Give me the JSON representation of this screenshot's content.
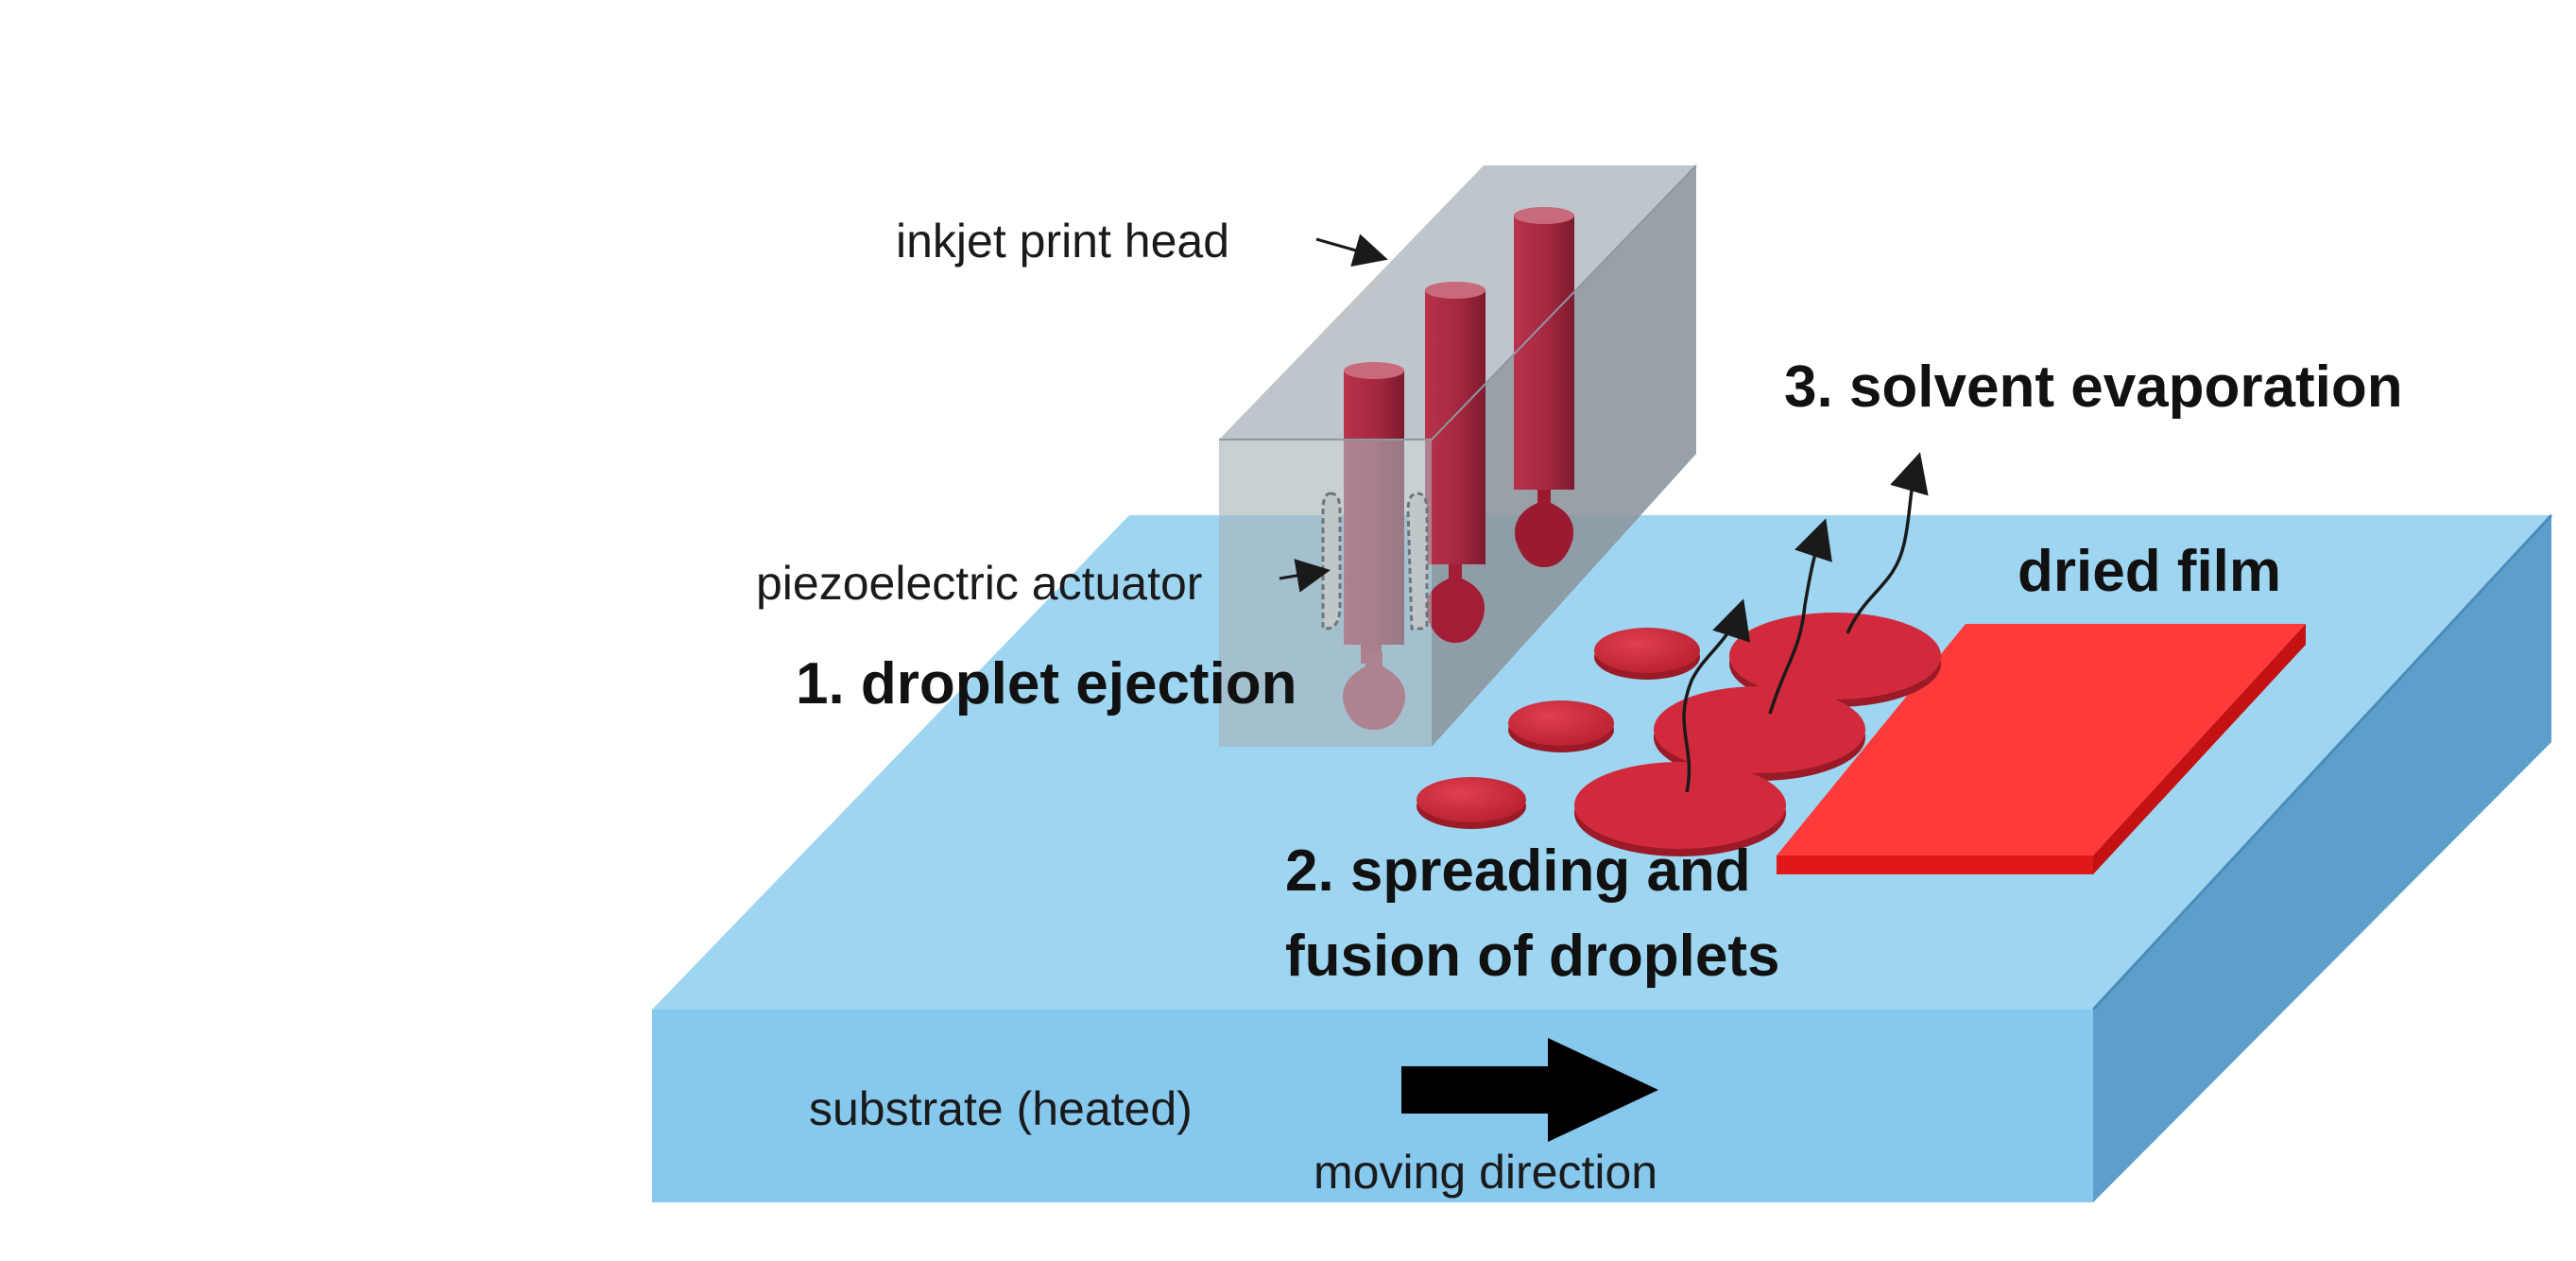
{
  "labels": {
    "print_head": "inkjet print head",
    "actuator": "piezoelectric actuator",
    "step1": "1. droplet ejection",
    "step2_line1": "2. spreading and",
    "step2_line2": "fusion of droplets",
    "step3": "3. solvent evaporation",
    "dried_film": "dried film",
    "substrate": "substrate (heated)",
    "moving_direction": "moving direction"
  },
  "colors": {
    "substrate_top": "#9ed6f2",
    "substrate_front": "#86c8ee",
    "substrate_side": "#5d9fcb",
    "print_head_glass": "#a8b3ba",
    "ink_tube": "#b8324a",
    "ink_tube_dark": "#8c1f33",
    "droplet": "#cf2a3a",
    "dried_film": "#ff2a2a",
    "arrow": "#000000"
  },
  "icons": {
    "direction_arrow": "right-arrow-icon"
  }
}
